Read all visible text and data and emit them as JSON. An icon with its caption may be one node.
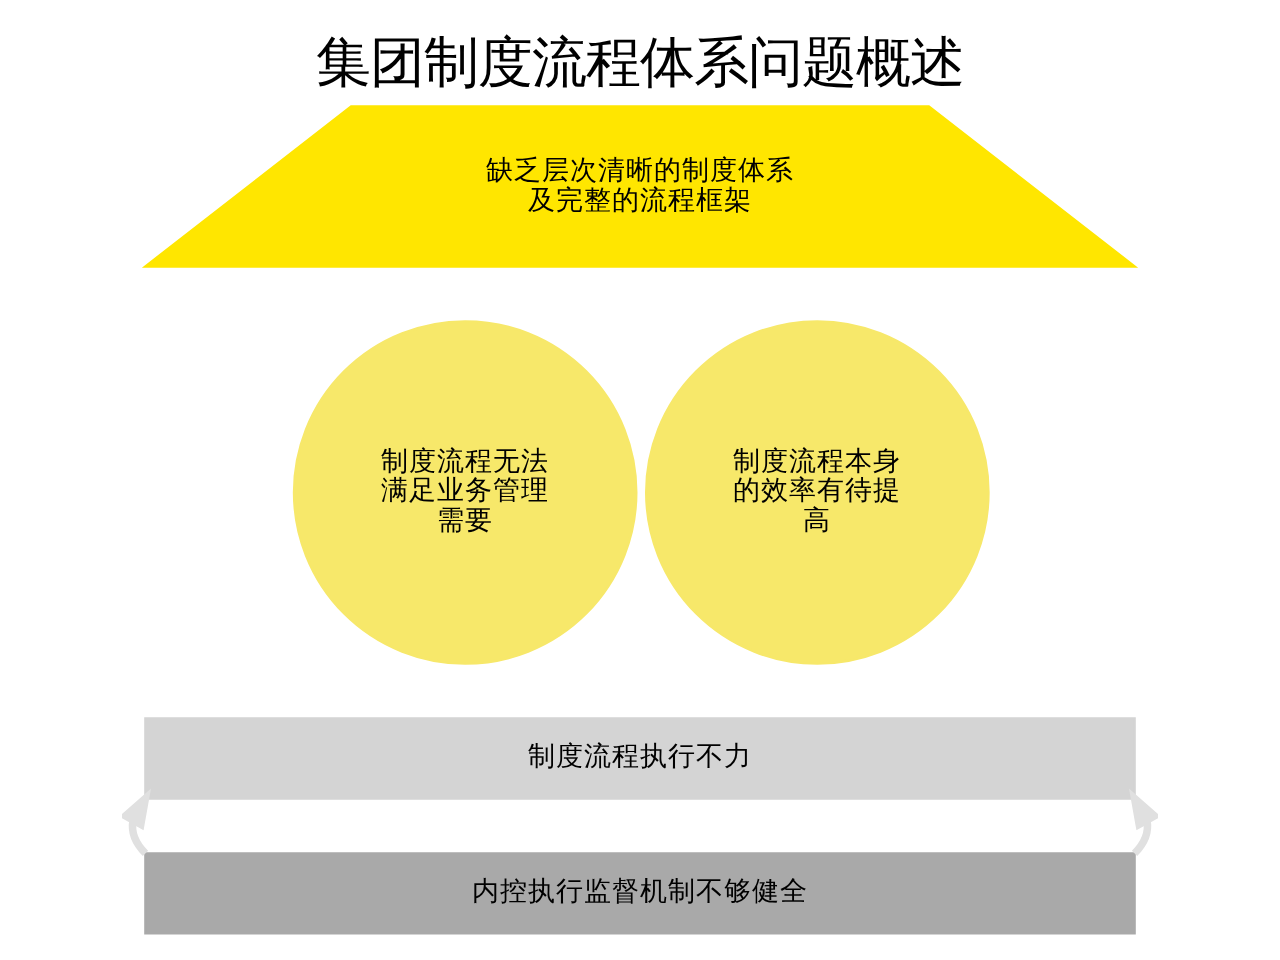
{
  "diagram": {
    "title": "集团制度流程体系问题概述",
    "nodes": [
      {
        "text": [
          "缺乏层次清晰的制度体系及完整的流程框架"
        ]
      },
      {
        "text": [
          "制度流程无法满足业务管理需要"
        ]
      },
      {
        "text": [
          "制度流程本身的效率有待提高"
        ]
      },
      {
        "text": [
          "制度流程执行不力"
        ]
      },
      {
        "text": [
          "内控执行监督机制不够健全"
        ]
      }
    ],
    "edges": [
      {
        "from": 4,
        "to": 3,
        "arrow": "to"
      },
      {
        "from": 4,
        "to": 3,
        "arrow": "to"
      }
    ]
  }
}
